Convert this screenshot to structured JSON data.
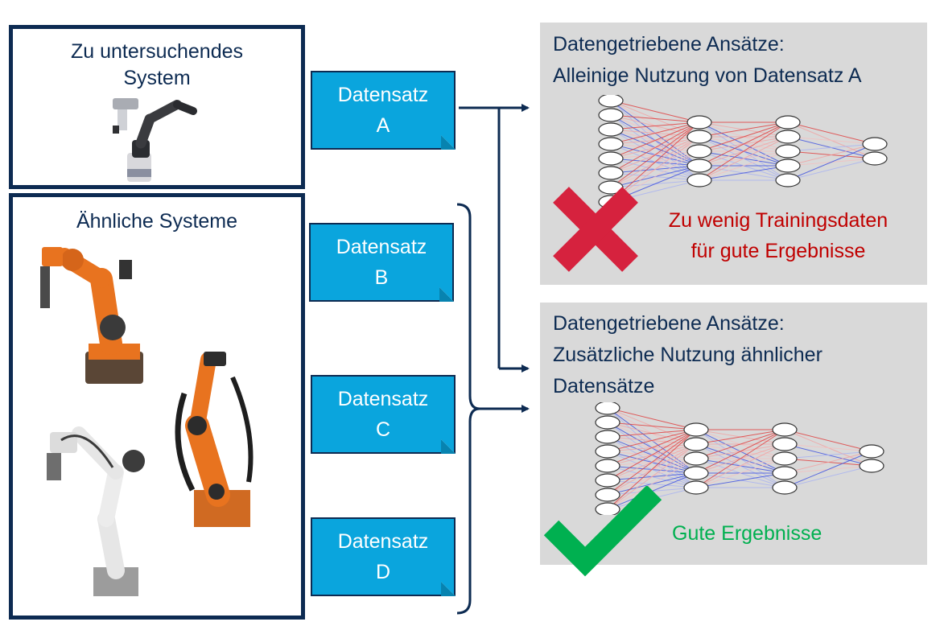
{
  "system": {
    "title_line1": "Zu untersuchendes",
    "title_line2": "System"
  },
  "similar": {
    "title": "Ähnliche Systeme"
  },
  "datasets": [
    {
      "word": "Datensatz",
      "letter": "A"
    },
    {
      "word": "Datensatz",
      "letter": "B"
    },
    {
      "word": "Datensatz",
      "letter": "C"
    },
    {
      "word": "Datensatz",
      "letter": "D"
    }
  ],
  "panel_top": {
    "line1": "Datengetriebene Ansätze:",
    "line2": "Alleinige Nutzung von Datensatz A",
    "result_line1": "Zu wenig Trainingsdaten",
    "result_line2": "für gute Ergebnisse",
    "result_icon": "cross-icon"
  },
  "panel_bottom": {
    "line1": "Datengetriebene Ansätze:",
    "line2": "Zusätzliche Nutzung ähnlicher",
    "line3": "Datensätze",
    "result": "Gute Ergebnisse",
    "result_icon": "checkmark-icon"
  },
  "colors": {
    "navy": "#0d2b52",
    "dataset_blue": "#0aa5dd",
    "panel_gray": "#d9d9d9",
    "fail_red": "#c00000",
    "cross_red": "#d6223e",
    "ok_green": "#00b050",
    "robot_orange": "#e8731f"
  }
}
